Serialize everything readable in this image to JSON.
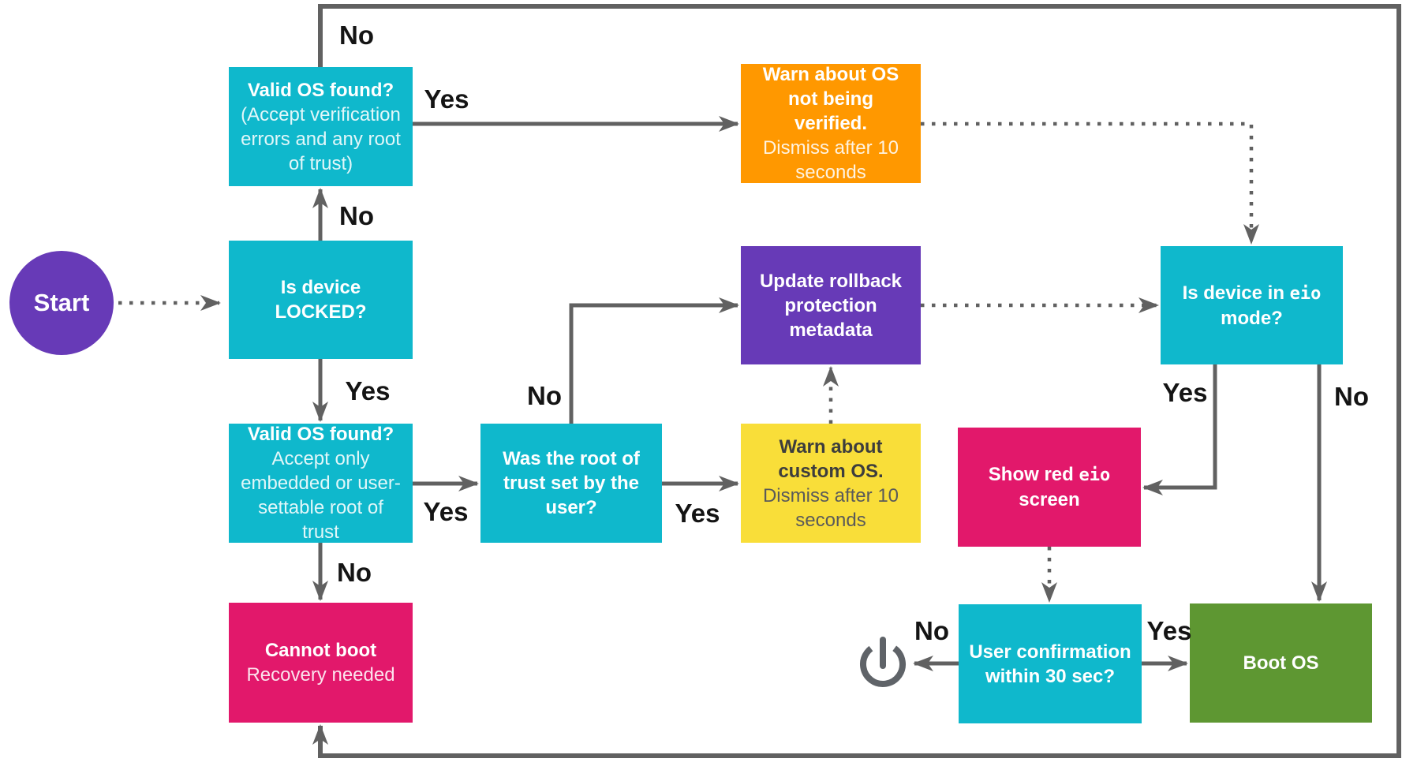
{
  "diagram": {
    "nodes": {
      "start": {
        "label": "Start"
      },
      "is_device_locked": {
        "title": "Is device LOCKED?"
      },
      "valid_os_any": {
        "title": "Valid OS found?",
        "subtitle": "(Accept verification errors and any root of trust)"
      },
      "warn_not_verified": {
        "title": "Warn about OS not being verified.",
        "subtitle": "Dismiss after 10 seconds"
      },
      "update_rollback": {
        "title": "Update rollback protection metadata"
      },
      "is_eio_mode": {
        "title_pre": "Is device in ",
        "title_mono": "eio",
        "title_post": " mode?"
      },
      "valid_os_embedded": {
        "title": "Valid OS found?",
        "subtitle": "Accept only embedded or user-settable root of trust"
      },
      "root_of_trust_user": {
        "title": "Was the root of trust set by the user?"
      },
      "warn_custom_os": {
        "title": "Warn about custom OS.",
        "subtitle": "Dismiss after 10 seconds"
      },
      "show_red_eio": {
        "title_pre": "Show red ",
        "title_mono": "eio",
        "title_post": " screen"
      },
      "cannot_boot": {
        "title": "Cannot boot",
        "subtitle": "Recovery needed"
      },
      "user_confirmation": {
        "title": "User confirmation within 30 sec?"
      },
      "boot_os": {
        "title": "Boot OS"
      }
    },
    "edge_labels": {
      "b_loop_no": "No",
      "b_c_yes": "Yes",
      "a_b_no": "No",
      "a_f_yes": "Yes",
      "f_g_yes": "Yes",
      "g_no": "No",
      "g_h_yes": "Yes",
      "e_yes": "Yes",
      "e_no": "No",
      "k_no": "No",
      "k_yes": "Yes",
      "f_j_no": "No"
    },
    "icons": {
      "power": "power-icon"
    },
    "colors": {
      "cyan": "#0FB8CC",
      "purple": "#673AB7",
      "orange": "#FF9800",
      "yellow": "#F9DE39",
      "pink": "#E2186B",
      "green": "#5E9732",
      "line": "#616161",
      "label_text": "#141414"
    }
  }
}
